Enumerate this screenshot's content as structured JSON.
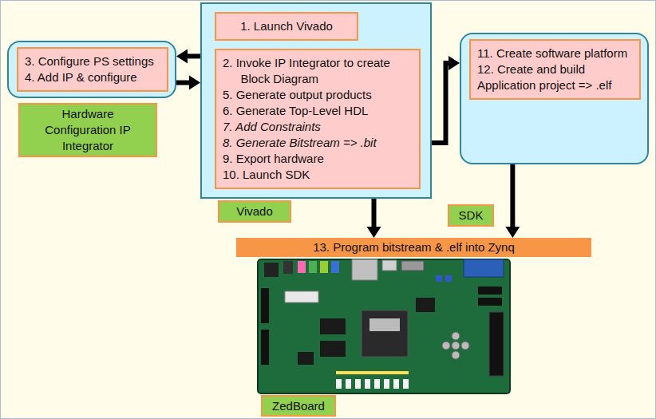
{
  "diagram": {
    "nodes": [
      {
        "text": [
          "Vivado"
        ]
      },
      {
        "text": [
          "1. Launch Vivado"
        ],
        "in": 0
      },
      {
        "text": [
          "2. Invoke IP Integrator to create Block Diagram",
          "5. Generate output products",
          "6. Generate Top-Level HDL",
          "7. Add Constraints",
          "8. Generate Bitstream => .bit",
          "9. Export hardware",
          "10. Launch SDK"
        ],
        "in": 0
      },
      {
        "text": [
          "Hardware Configuration IP Integrator"
        ]
      },
      {
        "text": [
          "3. Configure PS settings",
          "4. Add IP & configure"
        ],
        "in": 3
      },
      {
        "text": [
          "SDK"
        ]
      },
      {
        "text": [
          "11. Create software platform",
          "12. Create and build Application project => .elf"
        ],
        "in": 5
      },
      {
        "text": [
          "13. Program bitstream & .elf into Zynq"
        ]
      },
      {
        "text": [
          "ZedBoard"
        ]
      }
    ],
    "edges": [
      {
        "from": 0,
        "to": 3,
        "arrow": "to"
      },
      {
        "from": 3,
        "to": 0,
        "arrow": "to"
      },
      {
        "from": 0,
        "to": 5,
        "arrow": "to"
      },
      {
        "from": 0,
        "to": 7,
        "arrow": "to"
      },
      {
        "from": 5,
        "to": 7,
        "arrow": "to"
      }
    ]
  }
}
